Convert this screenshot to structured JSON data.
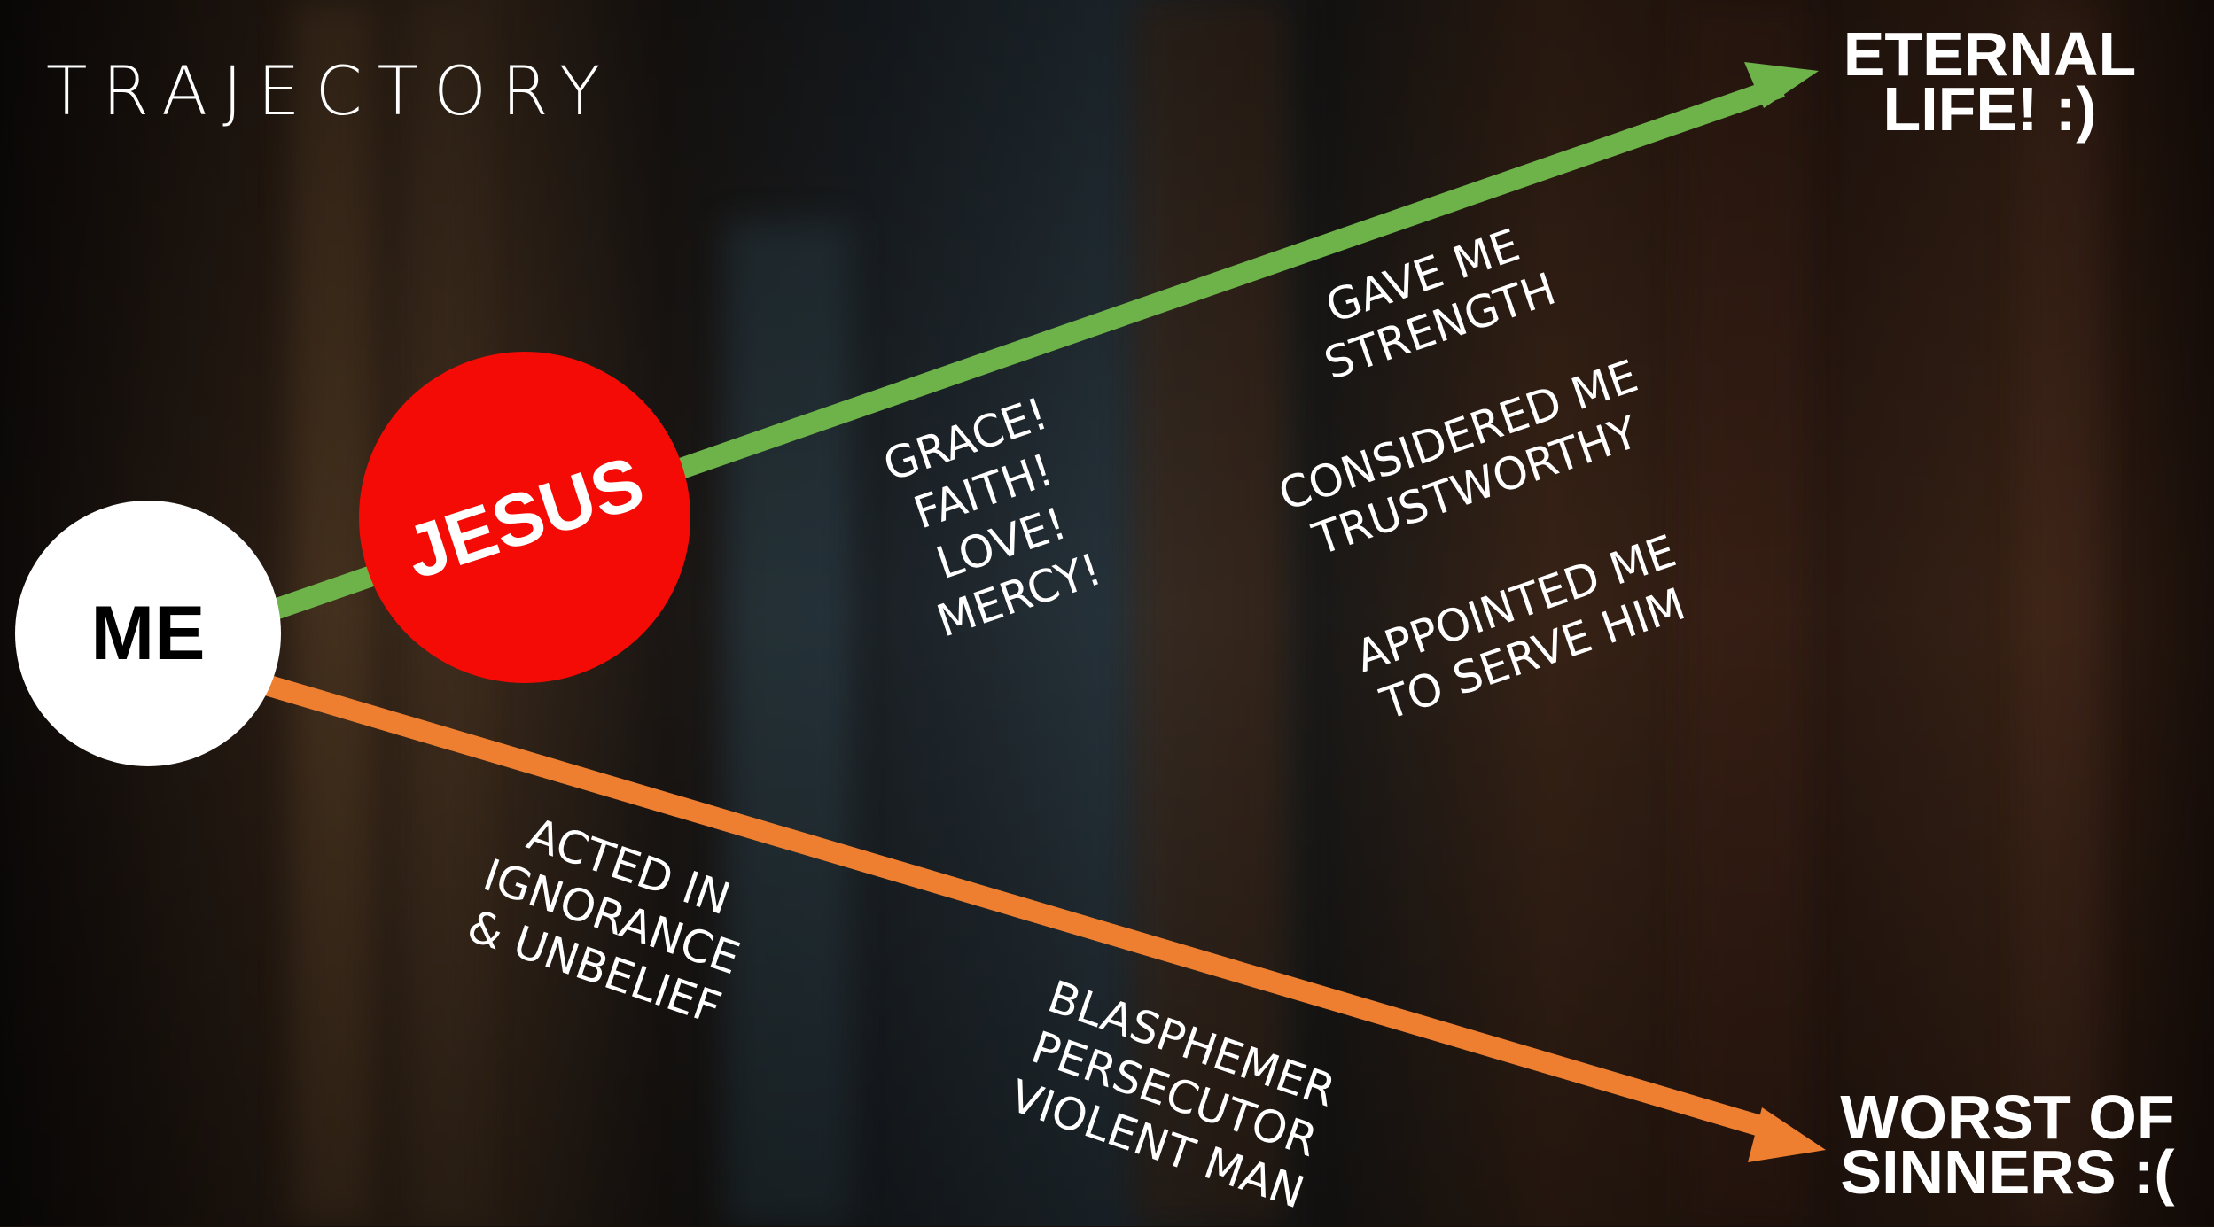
{
  "title": "TRAJECTORY",
  "nodes": {
    "me": "ME",
    "jesus": "JESUS"
  },
  "upper_path": {
    "end_label_line1": "ETERNAL",
    "end_label_line2": "LIFE! :)",
    "gifts": [
      "GRACE!",
      "FAITH!",
      "LOVE!",
      "MERCY!"
    ],
    "blessings": [
      [
        "GAVE ME",
        "STRENGTH"
      ],
      [
        "CONSIDERED ME",
        "TRUSTWORTHY"
      ],
      [
        "APPOINTED ME",
        "TO SERVE HIM"
      ]
    ]
  },
  "lower_path": {
    "end_label_line1": "WORST OF",
    "end_label_line2": "SINNERS :(",
    "causes": [
      "ACTED IN",
      "IGNORANCE",
      "& UNBELIEF"
    ],
    "traits": [
      "BLASPHEMER",
      "PERSECUTOR",
      "VIOLENT MAN"
    ]
  },
  "colors": {
    "upper_arrow": "#6db34a",
    "lower_arrow": "#ef7f30",
    "jesus_circle": "#f40b05",
    "me_circle": "#ffffff"
  }
}
